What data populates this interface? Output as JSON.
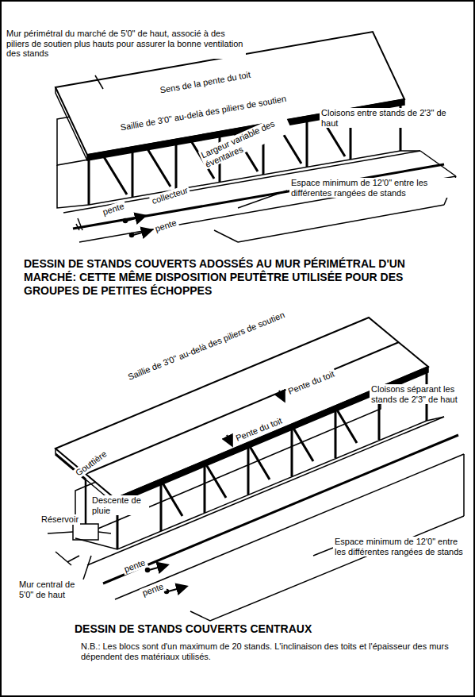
{
  "diagram": {
    "labels": [
      "Mur périmétral du marché de 5'0\" de haut, associé à des piliers de soutien plus hauts pour assurer la bonne ventilation des stands",
      "Cloisons entre stands de 2'3\" de haut",
      "Sens de la pente du toit",
      "Saillie de 3'0\" au-delà des piliers de soutien",
      "Largeur variable des éventaires",
      "Espace minimum de 12'0\" entre les différentes rangées de stands",
      "pente",
      "collecteur",
      "pente",
      "DESSIN DE STANDS COUVERTS ADOSSÉS AU MUR PÉRIMÉTRAL D'UN MARCHÉ: CETTE MÊME DISPOSITION PEUTÊTRE UTILISÉE POUR DES GROUPES DE PETITES ÉCHOPPES",
      "Saillie de 3'0\" au-delà des piliers de soutien",
      "Pente du toit",
      "Pente du toit",
      "Cloisons séparant les stands de 2'3\" de haut",
      "Gouttière",
      "Descente de pluie",
      "Réservoir",
      "Mur central de 5'0\" de haut",
      "pente",
      "pente",
      "Espace minimum de 12'0\" entre les différentes rangées de stands",
      "DESSIN DE STANDS COUVERTS CENTRAUX",
      "N.B.: Les blocs sont d'un maximum de 20 stands. L'inclinaison des toits et l'épaisseur des murs dépendent des matériaux utilisés."
    ]
  }
}
